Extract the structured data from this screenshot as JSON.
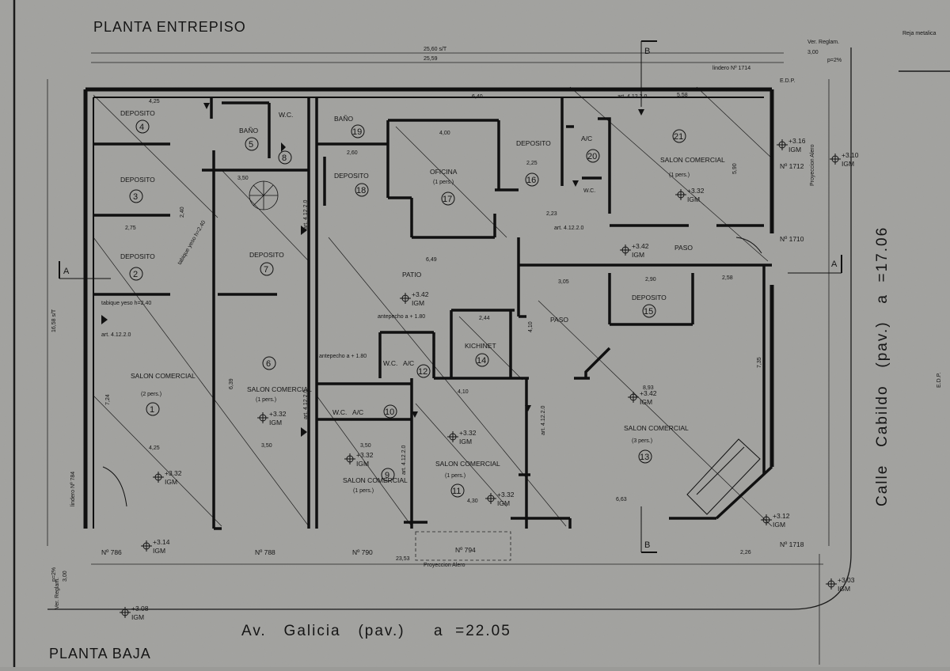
{
  "titles": {
    "upper": "PLANTA ENTREPISO",
    "lower": "PLANTA BAJA"
  },
  "streets": {
    "bottom": "Av.   Galicia   (pav.)     a  =22.05",
    "right": "Calle   Cabildo   (pav.)   a  =17.06"
  },
  "section_marks": {
    "a": "A",
    "b": "B"
  },
  "top_notes": {
    "dim_total": "25,60 s/T",
    "dim_inner": "25,59",
    "lindero": "lindero Nº 1714",
    "ver_reglam": "Ver. Reglam.",
    "ver_val": "3,00",
    "p_val": "p=2%",
    "reja": "Reja metalica",
    "edp": "E.D.P."
  },
  "side_notes": {
    "proyeccion": "Proyeccion Alero",
    "lindero_left": "lindero Nº 784",
    "bottom_dim": "23,53",
    "ver_left": "Ver. Reglam.",
    "ver_left_val": "3,00",
    "p_left": "p=2%",
    "edp_right": "E.D.P.",
    "dim_226": "2,26"
  },
  "rooms": {
    "r1": {
      "name": "SALON COMERCIAL",
      "cap": "(2 pers.)",
      "num": "1"
    },
    "r2": {
      "name": "DEPOSITO",
      "num": "2"
    },
    "r3": {
      "name": "DEPOSITO",
      "num": "3"
    },
    "r4": {
      "name": "DEPOSITO",
      "num": "4"
    },
    "r5": {
      "name": "BAÑO",
      "num": "5"
    },
    "r6": {
      "name": "SALON COMERCIAL",
      "cap": "(1 pers.)",
      "num": "6"
    },
    "r7": {
      "name": "DEPOSITO",
      "num": "7"
    },
    "r8": {
      "name": "W.C.",
      "num": "8"
    },
    "r9": {
      "name": "SALON COMERCIAL",
      "cap": "(1 pers.)",
      "num": "9"
    },
    "r10": {
      "name": "W.C.   A/C",
      "num": "10"
    },
    "r11": {
      "name": "SALON COMERCIAL",
      "cap": "(1 pers.)",
      "num": "11"
    },
    "r12": {
      "name": "W.C.   A/C",
      "num": "12"
    },
    "r13": {
      "name": "SALON COMERCIAL",
      "cap": "(3 pers.)",
      "num": "13"
    },
    "r14": {
      "name": "KICHINET",
      "num": "14"
    },
    "r15": {
      "name": "DEPOSITO",
      "num": "15"
    },
    "r16": {
      "name": "DEPOSITO",
      "num": "16"
    },
    "r17": {
      "name": "OFICINA",
      "cap": "(1 pers.)",
      "num": "17"
    },
    "r18": {
      "name": "DEPOSITO",
      "num": "18"
    },
    "r19": {
      "name": "BAÑO",
      "num": "19"
    },
    "r20": {
      "name": "A/C",
      "sub": "W.C.",
      "num": "20"
    },
    "r21": {
      "name": "SALON COMERCIAL",
      "cap": "(1 pers.)",
      "num": "21"
    },
    "patio": {
      "name": "PATIO"
    },
    "paso1": {
      "name": "PASO"
    },
    "paso2": {
      "name": "PASO"
    }
  },
  "levels": {
    "l332a": "+3.32",
    "l332b": "+3.32",
    "l332c": "+3.32",
    "l332d": "+3.32",
    "l332e": "+3.32",
    "l342a": "+3.42",
    "l342b": "+3.42",
    "l342c": "+3.42",
    "l310": "+3.10",
    "l316": "+3.16",
    "l314": "+3.14",
    "l308": "+3.08",
    "l312": "+3.12",
    "l303": "+3.03",
    "igm": "IGM"
  },
  "lot_numbers": {
    "n786": "Nº 786",
    "n788": "Nº 788",
    "n790": "Nº 790",
    "n794": "Nº 794",
    "n1718": "Nº 1718",
    "n1712": "Nº 1712",
    "n1710": "Nº 1710"
  },
  "dims": {
    "d425a": "4,25",
    "d425b": "4,25",
    "d275": "2,75",
    "d240": "2,40",
    "d350a": "3,50",
    "d350b": "3,50",
    "d350c": "3,50",
    "d649": "6,49",
    "d400": "4,00",
    "d410a": "4,10",
    "d410b": "4,10",
    "d244": "2,44",
    "d305": "3,05",
    "d290": "2,90",
    "d258": "2,58",
    "d663": "6,63",
    "d430": "4,30",
    "d724": "7,24",
    "d639": "6,39",
    "d893": "8,93",
    "d558": "5,58",
    "d590": "5,90",
    "d735": "7,35",
    "d260": "2,60",
    "d225": "2,25",
    "d223": "2,23",
    "d640": "6,40",
    "d1658": "16,58 s/T",
    "tabique": "tabique yeso h=2.40",
    "art": "art. 4.12.2.0",
    "antepecho": "antepecho a + 1.80"
  }
}
